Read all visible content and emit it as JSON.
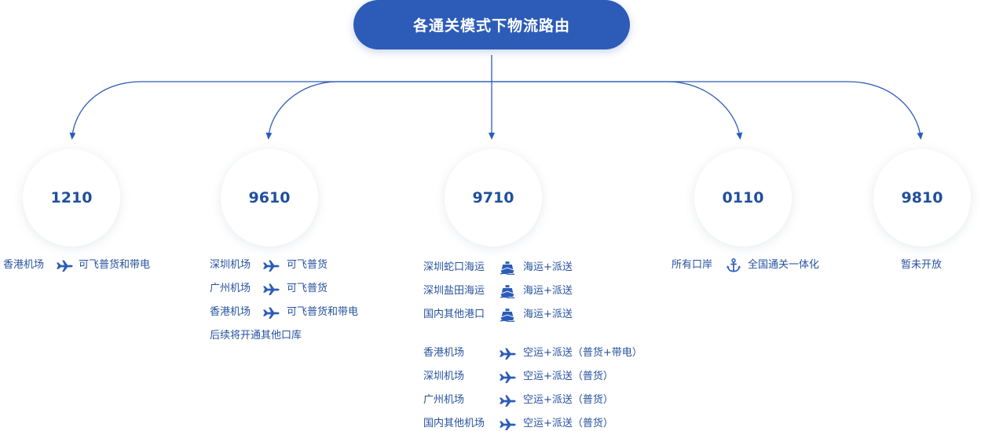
{
  "title": "各通关模式下物流路由",
  "modes": [
    {
      "code": "1210",
      "rows": [
        {
          "from": "香港机场",
          "icon": "plane-icon",
          "to": "可飞普货和带电"
        }
      ]
    },
    {
      "code": "9610",
      "rows": [
        {
          "from": "深圳机场",
          "icon": "plane-icon",
          "to": "可飞普货"
        },
        {
          "from": "广州机场",
          "icon": "plane-icon",
          "to": "可飞普货"
        },
        {
          "from": "香港机场",
          "icon": "plane-icon",
          "to": "可飞普货和带电"
        }
      ],
      "note": "后续将开通其他口库"
    },
    {
      "code": "9710",
      "sea": [
        {
          "from": "深圳蛇口海运",
          "icon": "ship-icon",
          "to": "海运+派送"
        },
        {
          "from": "深圳盐田海运",
          "icon": "ship-icon",
          "to": "海运+派送"
        },
        {
          "from": "国内其他港口",
          "icon": "ship-icon",
          "to": "海运+派送"
        }
      ],
      "air": [
        {
          "from": "香港机场",
          "icon": "plane-icon",
          "to": "空运+派送（普货+带电）"
        },
        {
          "from": "深圳机场",
          "icon": "plane-icon",
          "to": "空运+派送（普货）"
        },
        {
          "from": "广州机场",
          "icon": "plane-icon",
          "to": "空运+派送（普货）"
        },
        {
          "from": "国内其他机场",
          "icon": "plane-icon",
          "to": "空运+派送（普货）"
        }
      ]
    },
    {
      "code": "0110",
      "rows": [
        {
          "from": "所有口岸",
          "icon": "anchor-icon",
          "to": "全国通关一体化"
        }
      ]
    },
    {
      "code": "9810",
      "note": "暂未开放"
    }
  ],
  "colors": {
    "primary": "#2c5cb8",
    "text": "#26529f",
    "circle_shadow": "#e6ebf2"
  }
}
